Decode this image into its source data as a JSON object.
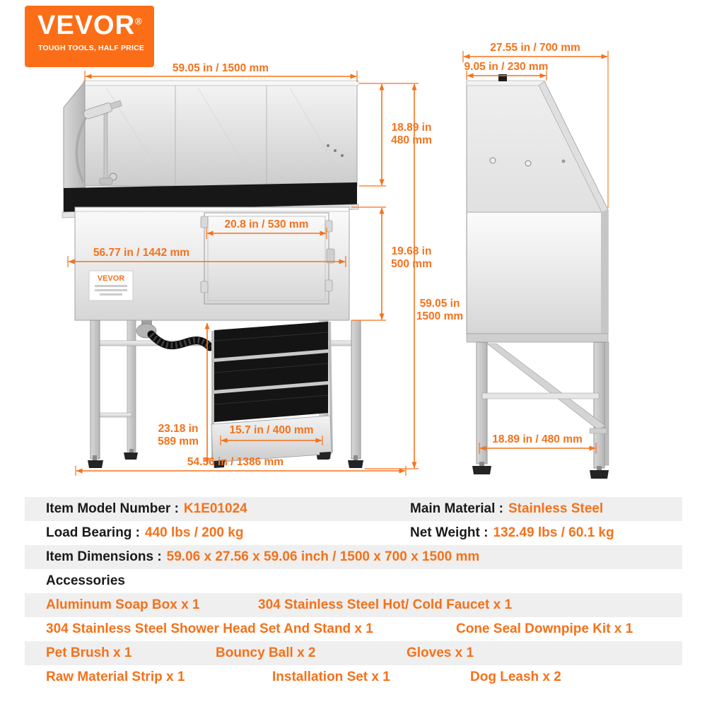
{
  "colors": {
    "accent": "#f6711a",
    "logo_bg": "#fb6e17",
    "table_stripe": "#efefef",
    "steel_dark": "#171717"
  },
  "logo": {
    "name": "VEVOR",
    "reg": "®",
    "tagline": "TOUGH TOOLS, HALF PRICE"
  },
  "front_view": {
    "sticker_brand": "VEVOR",
    "dims": {
      "top_width": "59.05 in / 1500 mm",
      "basin_height_in": "18.89 in",
      "basin_height_mm": "480 mm",
      "door_width": "20.8 in / 530 mm",
      "cabinet_height_in": "19.68 in",
      "cabinet_height_mm": "500 mm",
      "body_width": "56.77 in / 1442 mm",
      "total_height_in": "59.05 in",
      "total_height_mm": "1500 mm",
      "leg_height_in": "23.18 in",
      "leg_height_mm": "589 mm",
      "stair_width": "15.7 in / 400 mm",
      "base_width": "54.56 in / 1386 mm"
    }
  },
  "side_view": {
    "dims": {
      "top_width": "27.55 in / 700 mm",
      "top_depth": "9.05 in / 230 mm",
      "leg_span": "18.89 in / 480 mm"
    }
  },
  "specs": {
    "row1": {
      "l1": "Item Model Number :",
      "v1": "K1E01024",
      "l2": "Main Material :",
      "v2": "Stainless Steel"
    },
    "row2": {
      "l1": "Load Bearing :",
      "v1": "440 lbs / 200 kg",
      "l2": "Net Weight :",
      "v2": "132.49 lbs / 60.1 kg"
    },
    "row3": {
      "l1": "Item Dimensions :",
      "v1": "59.06 x 27.56 x 59.06 inch / 1500 x 700 x 1500 mm"
    },
    "row4": {
      "title": "Accessories"
    },
    "row5": {
      "i1": "Aluminum Soap Box x 1",
      "i2": "304 Stainless Steel Hot/ Cold Faucet x 1"
    },
    "row6": {
      "i1": "304 Stainless Steel Shower Head Set And Stand  x 1",
      "i2": "Cone Seal Downpipe Kit x 1"
    },
    "row7": {
      "i1": "Pet Brush x 1",
      "i2": "Bouncy Ball x 2",
      "i3": "Gloves x 1"
    },
    "row8": {
      "i1": "Raw Material Strip x 1",
      "i2": "Installation Set x 1",
      "i3": "Dog Leash x 2"
    }
  }
}
